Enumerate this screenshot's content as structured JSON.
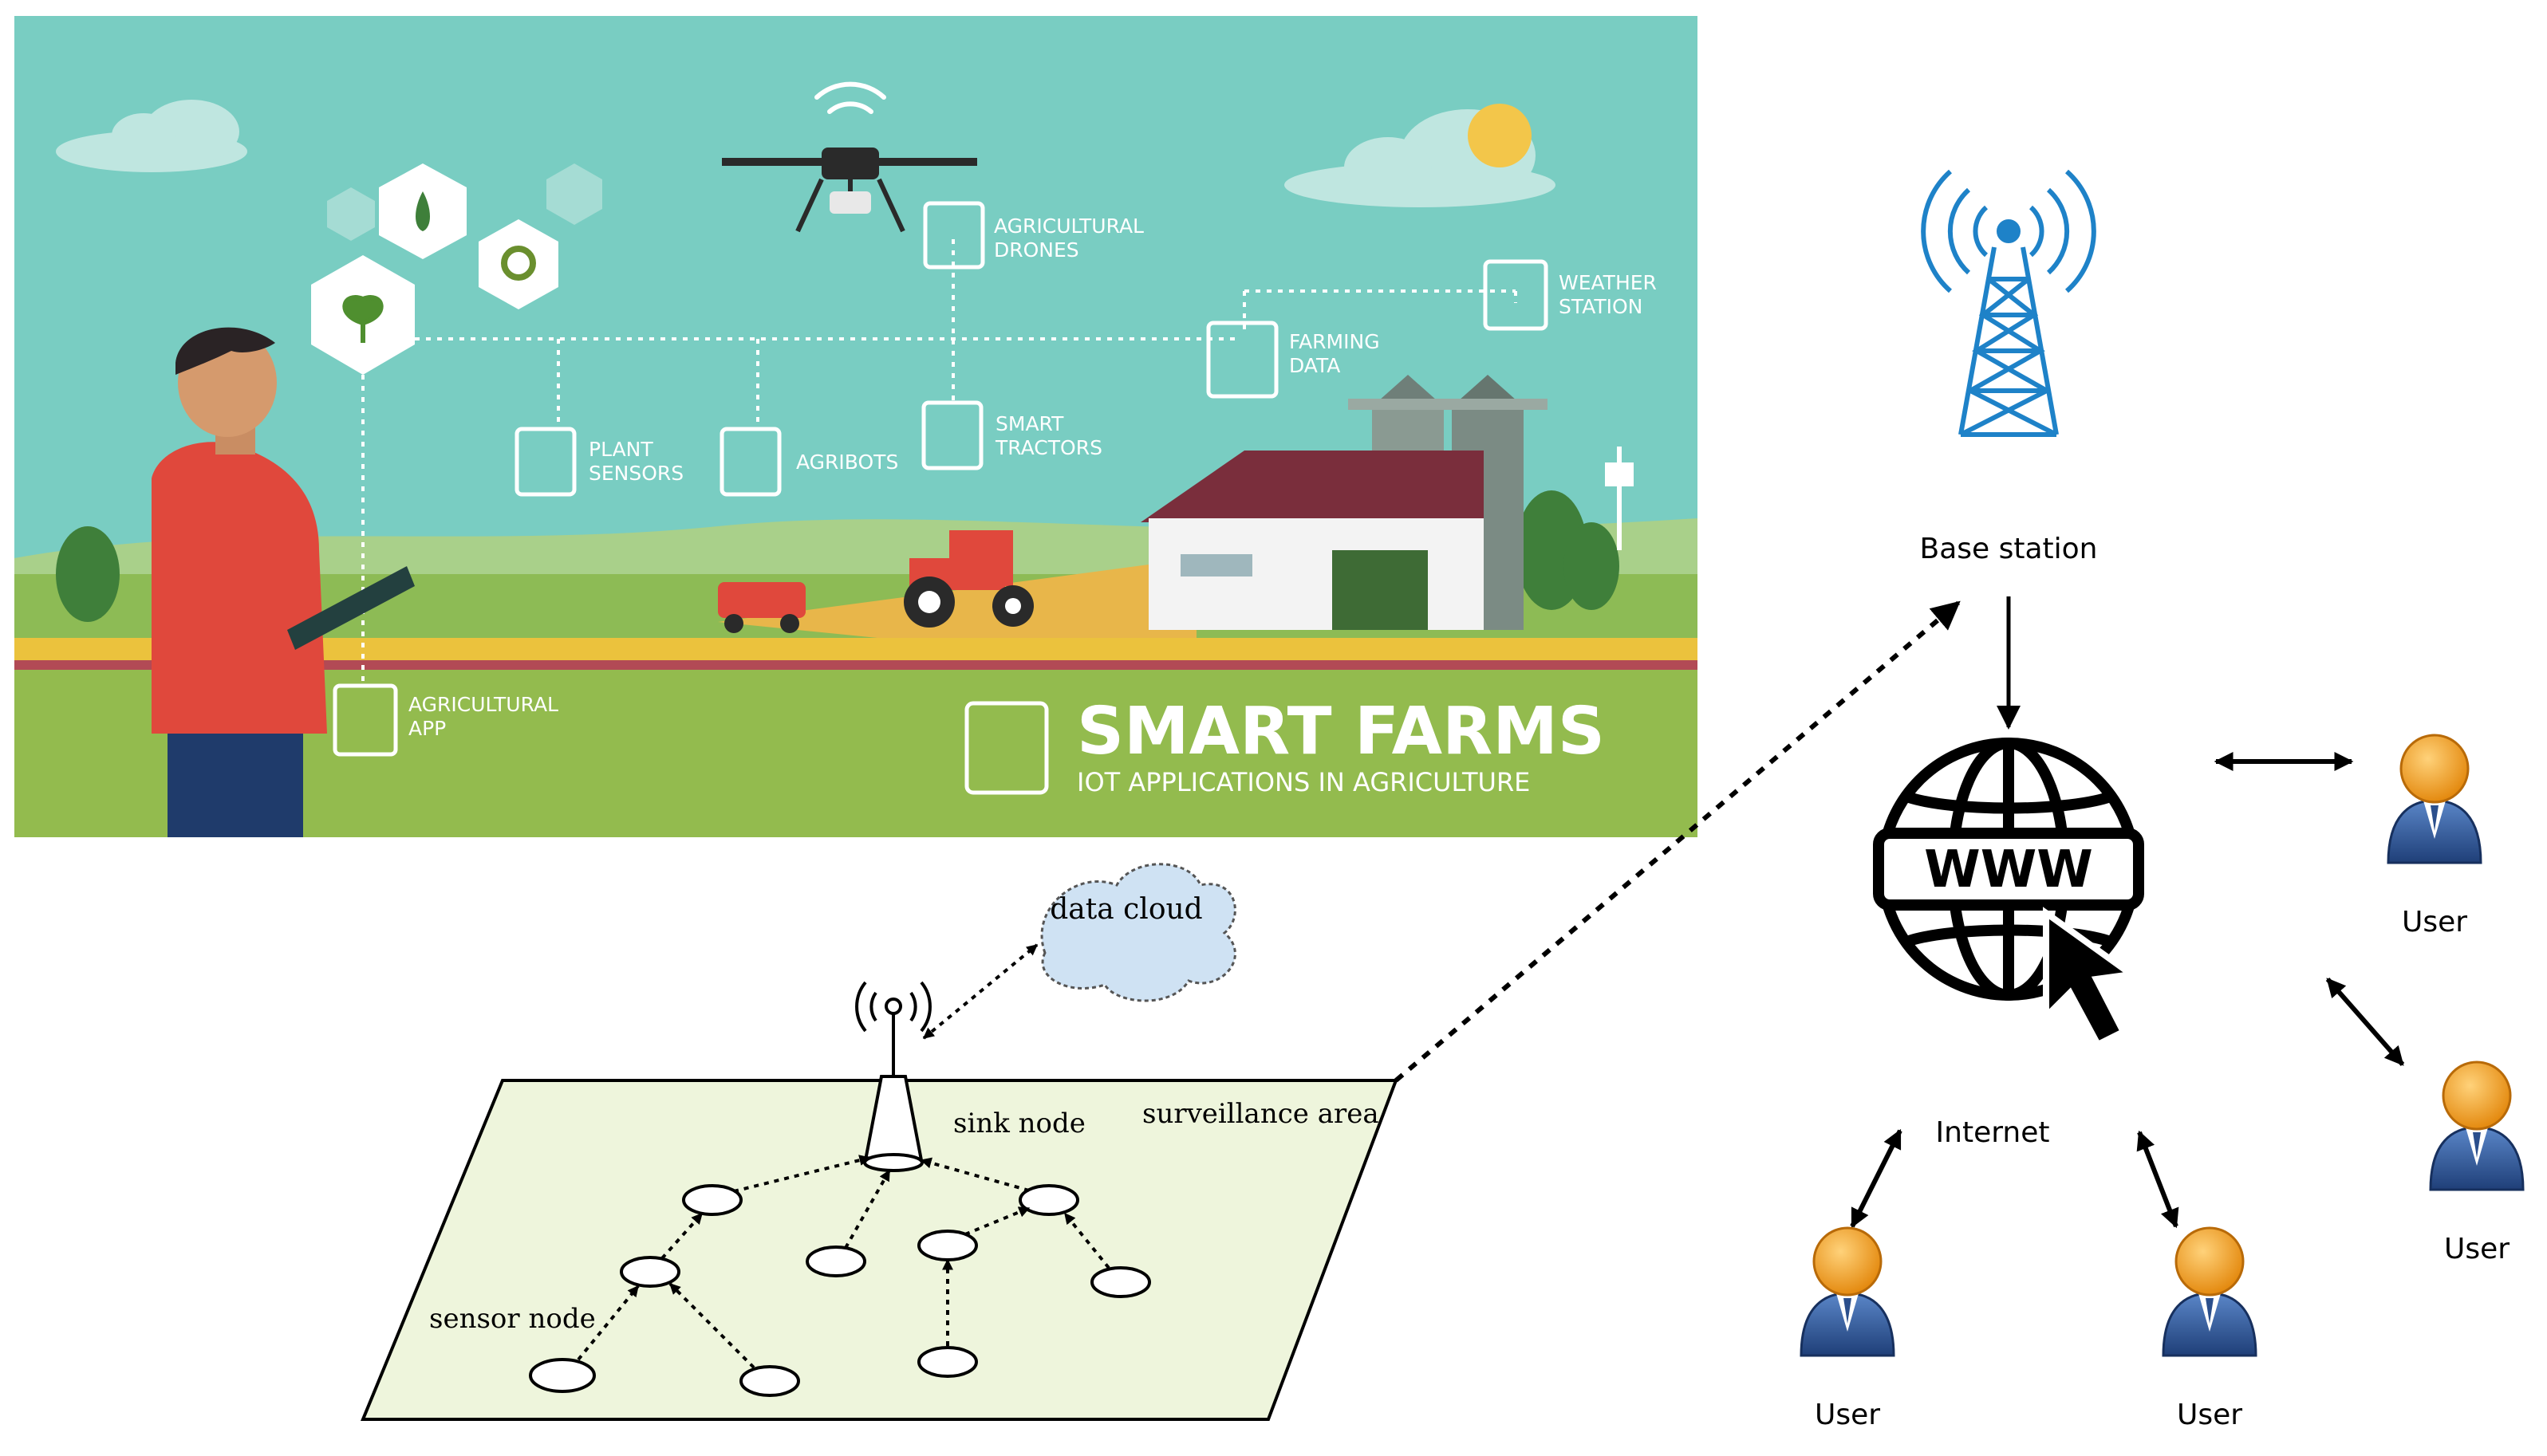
{
  "banner": {
    "title": "SMART FARMS",
    "subtitle": "IOT APPLICATIONS IN AGRICULTURE",
    "labels": {
      "agricultural_drones": [
        "AGRICULTURAL",
        "DRONES"
      ],
      "weather_station": [
        "WEATHER",
        "STATION"
      ],
      "farming_data": [
        "FARMING",
        "DATA"
      ],
      "plant_sensors": [
        "PLANT",
        "SENSORS"
      ],
      "agribots": [
        "AGRIBOTS"
      ],
      "smart_tractors": [
        "SMART",
        "TRACTORS"
      ],
      "agricultural_app": [
        "AGRICULTURAL",
        "APP"
      ]
    },
    "colors": {
      "sky": "#79cdc2",
      "field": "#93bb4e",
      "road": "#ebc23d",
      "accent_red": "#e0483c"
    }
  },
  "wsn": {
    "data_cloud": "data cloud",
    "sink_node": "sink node",
    "surveillance_area": "surveillance area",
    "sensor_node": "sensor node",
    "area_fill": "#eef5dc"
  },
  "network": {
    "base_station": "Base station",
    "internet": "Internet",
    "www": "WWW",
    "users": [
      "User",
      "User",
      "User",
      "User"
    ],
    "tower_color": "#1e82c8",
    "user_head_color": "#f3a12b",
    "user_body_color": "#2f5b9c"
  }
}
